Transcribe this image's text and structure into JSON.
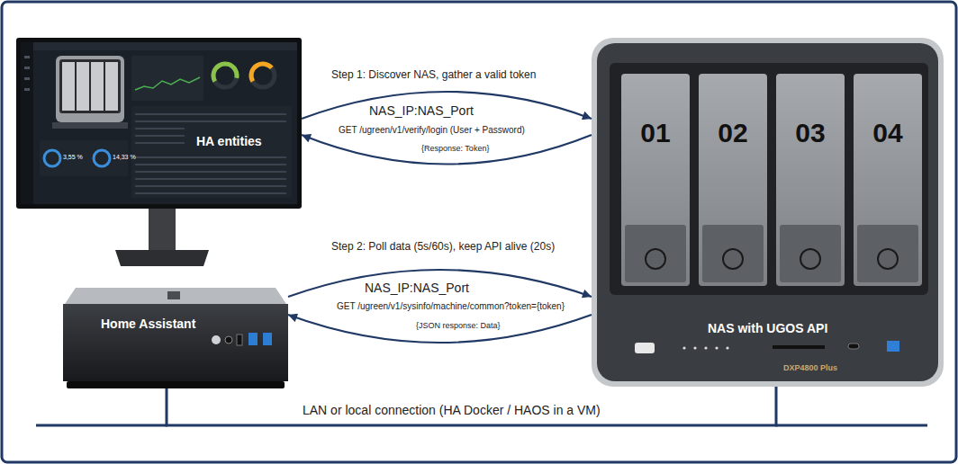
{
  "diagram": {
    "nodes": [
      {
        "text": [
          "HA entities"
        ]
      },
      {
        "text": [
          "NAS with UGOS API",
          "DXP4800 Plus"
        ]
      },
      {
        "text": [
          "01"
        ],
        "in": 1
      },
      {
        "text": [
          "02"
        ],
        "in": 1
      },
      {
        "text": [
          "03"
        ],
        "in": 1
      },
      {
        "text": [
          "04"
        ],
        "in": 1
      },
      {
        "text": [
          "Home Assistant"
        ]
      }
    ],
    "edges": [
      {
        "from": 0,
        "to": 1,
        "arrow": "to",
        "label": "GET /ugreen/v1/verify/login (User + Password)"
      },
      {
        "from": 1,
        "to": 0,
        "arrow": "to",
        "label": "{Response: Token}"
      },
      {
        "from": 6,
        "to": 1,
        "arrow": "to",
        "label": "GET /ugreen/v1/sysinfo/machine/common?token={token}"
      },
      {
        "from": 1,
        "to": 6,
        "arrow": "to",
        "label": "{JSON response: Data}"
      },
      {
        "from": 6,
        "to": 1,
        "arrow": "none",
        "label": "LAN or local connection (HA Docker / HAOS in a VM)"
      }
    ],
    "labels": [
      "Step 1: Discover NAS, gather a valid token",
      "NAS_IP:NAS_Port",
      "Step 2: Poll data (5s/60s), keep API alive (20s)",
      "NAS_IP:NAS_Port",
      "3,55 %",
      "14,33 %"
    ]
  }
}
